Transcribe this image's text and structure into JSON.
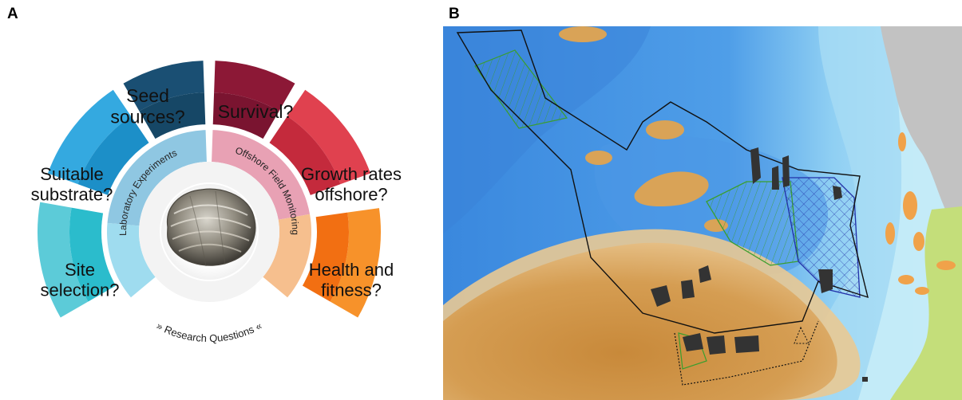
{
  "panel_a": {
    "letter": "A",
    "sectors": [
      {
        "id": "seed",
        "lines": [
          "Seed",
          "sources?"
        ],
        "color": "#1a4f73",
        "inner": "#164766"
      },
      {
        "id": "survival",
        "lines": [
          "Survival?"
        ],
        "color": "#8c1836",
        "inner": "#7a1430"
      },
      {
        "id": "substrate",
        "lines": [
          "Suitable",
          "substrate?"
        ],
        "color": "#34a9e0",
        "inner": "#1c8fc8"
      },
      {
        "id": "growth",
        "lines": [
          "Growth rates",
          "offshore?"
        ],
        "color": "#e0414f",
        "inner": "#c42a3c"
      },
      {
        "id": "site",
        "lines": [
          "Site",
          "selection?"
        ],
        "color": "#5ccbd8",
        "inner": "#2bbccc"
      },
      {
        "id": "health",
        "lines": [
          "Health and",
          "fitness?"
        ],
        "color": "#f7922a",
        "inner": "#f26f12"
      }
    ],
    "ring_labels": {
      "laboratory": "Laboratory Experiments",
      "offshore": "Offshore Field Monitoring"
    },
    "research_questions": "» Research Questions «",
    "center_image": "oyster-shell",
    "ring_colors": {
      "lab": "#8fc7e2",
      "offshore": "#e8a1b4",
      "orange": "#f6bf8e",
      "left_blue": "#9fdcef"
    }
  },
  "panel_b": {
    "letter": "B",
    "map_colors": {
      "deep_sea": "#3d8fe0",
      "mid_sea": "#60acf0",
      "shallow_sea": "#a4daf3",
      "coast_sea": "#c5ebf7",
      "sandbank": "#d9a357",
      "sandbank_dark": "#c98b3a",
      "land_grey": "#c2c2c2",
      "land_green": "#c4de7a",
      "wind_farm": "#333333",
      "outline_black": "#111111",
      "outline_green": "#3a9e2e",
      "outline_blue": "#2230a8"
    }
  }
}
